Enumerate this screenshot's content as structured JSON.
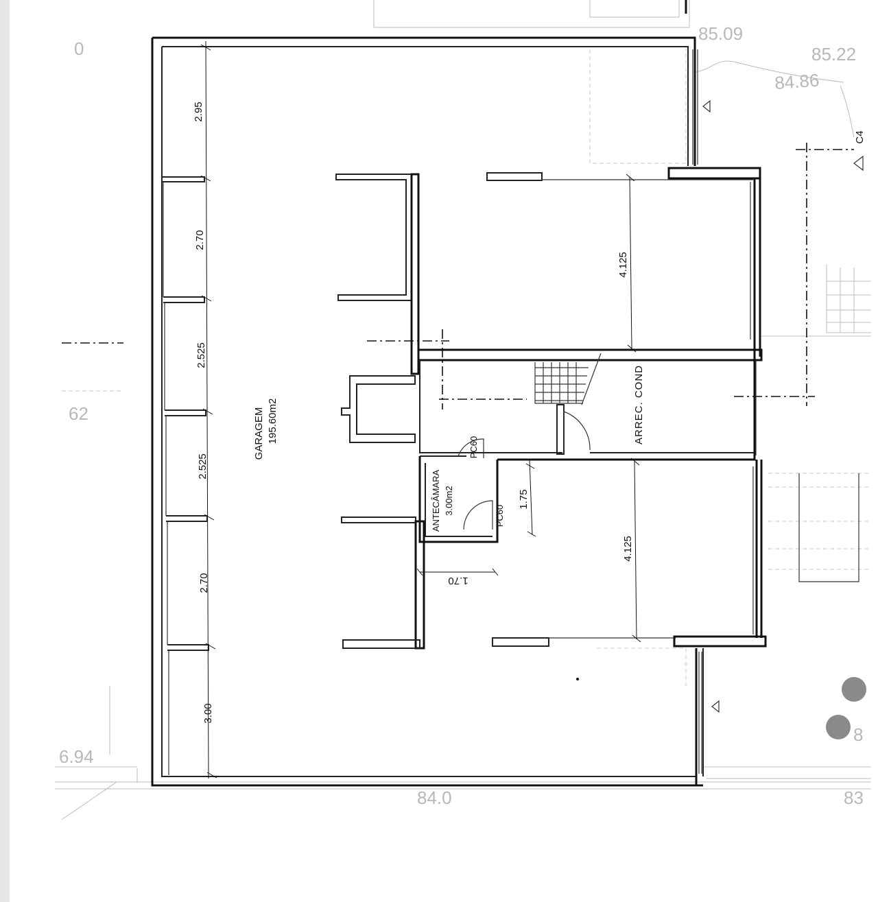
{
  "rooms": {
    "garage_name": "GARAGEM",
    "garage_area": "195.60m2",
    "storage_name": "ARREC. COND",
    "antechamber_name": "ANTECÂMARA",
    "antechamber_area": "3.00m2"
  },
  "doors": {
    "door_upper": "PC60",
    "door_lower": "PC60"
  },
  "dimensions": {
    "bay_1": "2.95",
    "bay_2": "2.70",
    "bay_3": "2.525",
    "bay_4": "2.525",
    "bay_5": "2.70",
    "bay_6": "3.00",
    "upper_room_depth": "4.125",
    "lower_room_depth": "4.125",
    "corridor_width": "1.75",
    "antechamber_width": "1.70"
  },
  "site_marks": {
    "elev_top_a": "85.09",
    "elev_top_b": "85.22",
    "elev_top_c": "84.86",
    "section_mark": "C4",
    "elev_bottom_left": "6.94",
    "elev_bottom_mid": "84.0",
    "elev_bottom_right": "83",
    "elev_right_mid": "8",
    "elev_left_top": "0",
    "elev_left_mid": "62"
  }
}
